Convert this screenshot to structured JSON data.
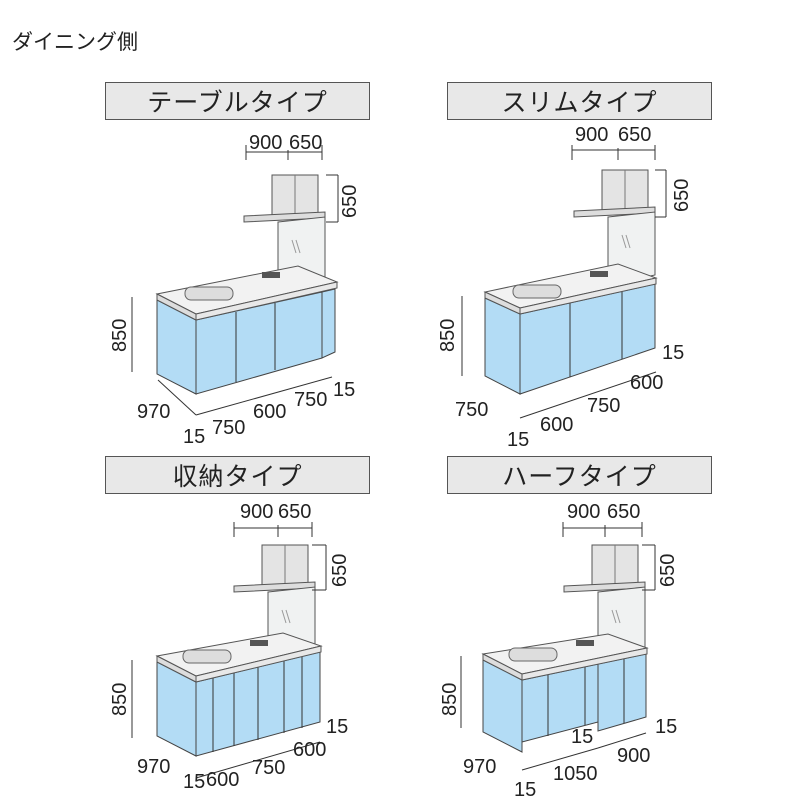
{
  "heading": "ダイニング側",
  "panels": [
    {
      "title": "テーブルタイプ",
      "dims": [
        "900",
        "650",
        "650",
        "850",
        "970",
        "15",
        "750",
        "600",
        "750",
        "15"
      ]
    },
    {
      "title": "スリムタイプ",
      "dims": [
        "900",
        "650",
        "650",
        "850",
        "750",
        "15",
        "600",
        "750",
        "600",
        "15"
      ]
    },
    {
      "title": "収納タイプ",
      "dims": [
        "900",
        "650",
        "650",
        "850",
        "970",
        "15",
        "600",
        "750",
        "600",
        "15"
      ]
    },
    {
      "title": "ハーフタイプ",
      "dims": [
        "900",
        "650",
        "650",
        "850",
        "970",
        "15",
        "1050",
        "15",
        "900",
        "15"
      ]
    }
  ]
}
